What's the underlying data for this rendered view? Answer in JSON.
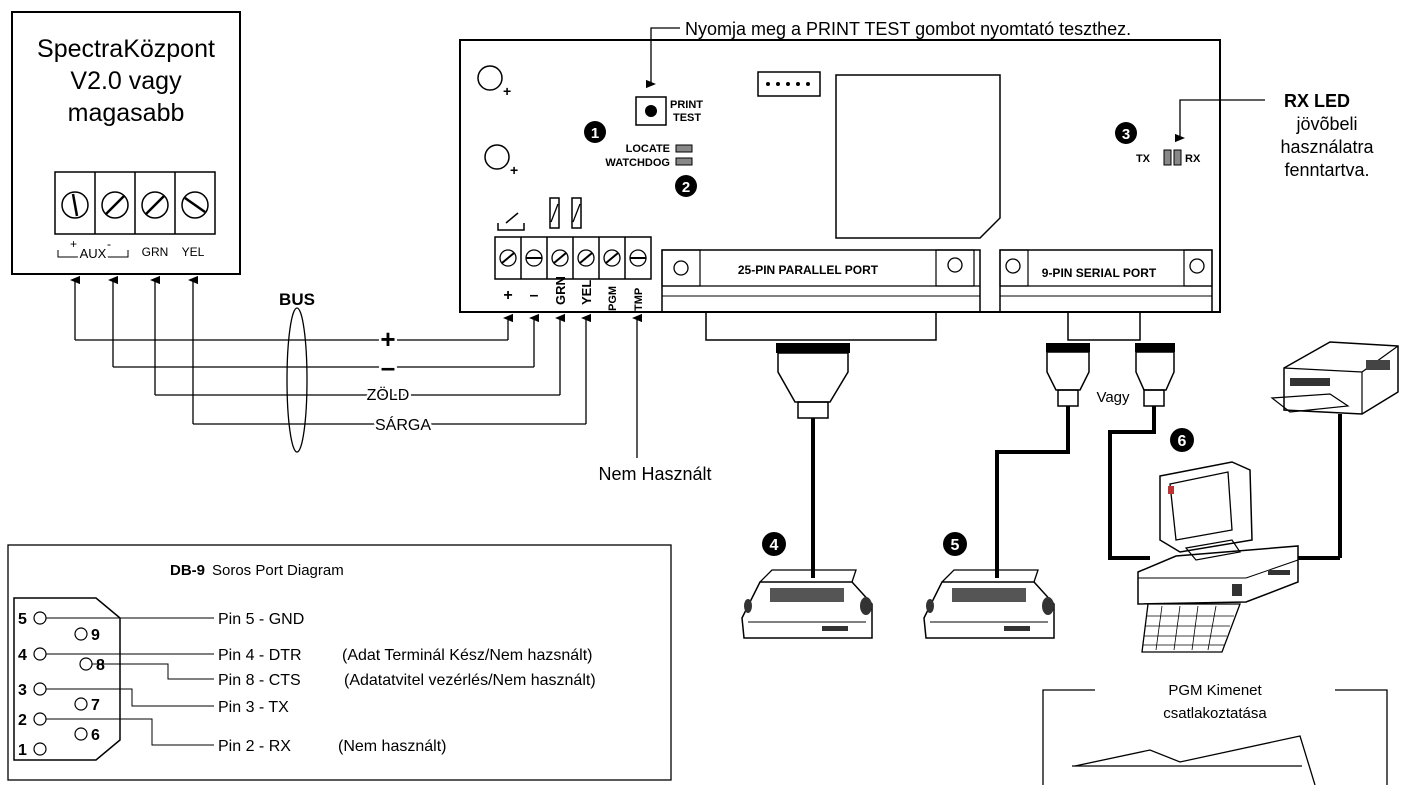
{
  "panel": {
    "title_line1": "SpectraKözpont",
    "title_line2": "V2.0 vagy",
    "title_line3": "magasabb",
    "aux_label": "AUX",
    "aux_plus": "+",
    "aux_minus": "-",
    "grn_label": "GRN",
    "yel_label": "YEL"
  },
  "bus": {
    "label": "BUS",
    "plus": "+",
    "minus": "–",
    "green": "ZÖLD",
    "yellow": "SÁRGA"
  },
  "module": {
    "print_test_note": "Nyomja meg a PRINT TEST gombot nyomtató teszthez.",
    "print_label_1": "PRINT",
    "print_label_2": "TEST",
    "locate_label": "LOCATE",
    "watchdog_label": "WATCHDOG",
    "badge_1": "1",
    "badge_2": "2",
    "badge_3": "3",
    "tx_label": "TX",
    "rx_label": "RX",
    "terminals": [
      "+",
      "–",
      "GRN",
      "YEL",
      "PGM",
      "TMP"
    ],
    "parallel_port": "25-PIN PARALLEL PORT",
    "serial_port": "9-PIN SERIAL PORT",
    "not_used": "Nem Használt"
  },
  "rx_led": {
    "title": "RX LED",
    "line1": "jövõbeli",
    "line2": "használatra",
    "line3": "fenntartva."
  },
  "devices": {
    "badge_4": "4",
    "badge_5": "5",
    "badge_6": "6",
    "or_label": "Vagy"
  },
  "db9": {
    "title_bold": "DB-9",
    "title_rest": "Soros Port Diagram",
    "pins_left": [
      "5",
      "4",
      "3",
      "2",
      "1"
    ],
    "pins_right": [
      "9",
      "8",
      "7",
      "6"
    ],
    "rows": [
      {
        "label": "Pin 5 - GND",
        "note": ""
      },
      {
        "label": "Pin 4 - DTR",
        "note": "(Adat Terminál Kész/Nem hazsnált)"
      },
      {
        "label": "Pin 8 - CTS",
        "note": "(Adatatvitel vezérlés/Nem használt)"
      },
      {
        "label": "Pin 3 - TX",
        "note": ""
      },
      {
        "label": "Pin 2 - RX",
        "note": "(Nem használt)"
      }
    ]
  },
  "pgm": {
    "line1": "PGM Kimenet",
    "line2": "csatlakoztatása"
  }
}
